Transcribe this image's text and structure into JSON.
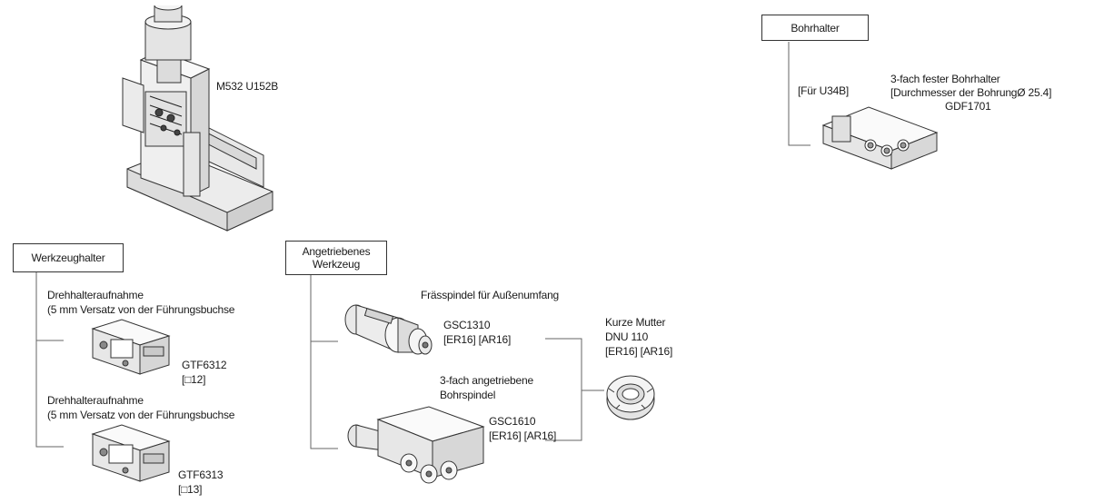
{
  "machine": {
    "model": "M532 U152B"
  },
  "boring_holder": {
    "header": "Bohrhalter",
    "for_model": "[Für U34B]",
    "item_name": "3-fach fester Bohrhalter",
    "item_spec": "[Durchmesser der BohrungØ 25.4]",
    "item_code": "GDF1701"
  },
  "tool_holder": {
    "header": "Werkzeughalter",
    "items": [
      {
        "name": "Drehhalteraufnahme",
        "note": "(5 mm Versatz von der Führungsbuchse",
        "code": "GTF6312",
        "size": "[□12]"
      },
      {
        "name": "Drehhalteraufnahme",
        "note": "(5 mm Versatz von der Führungsbuchse",
        "code": "GTF6313",
        "size": "[□13]"
      }
    ]
  },
  "driven_tool": {
    "header_line1": "Angetriebenes",
    "header_line2": "Werkzeug",
    "items": [
      {
        "name": "Frässpindel für Außenumfang",
        "code": "GSC1310",
        "collets": "[ER16] [AR16]"
      },
      {
        "name_line1": "3-fach angetriebene",
        "name_line2": "Bohrspindel",
        "code": "GSC1610",
        "collets": "[ER16] [AR16]"
      }
    ]
  },
  "nut": {
    "name": "Kurze Mutter",
    "code": "DNU 110",
    "collets": "[ER16] [AR16]"
  }
}
